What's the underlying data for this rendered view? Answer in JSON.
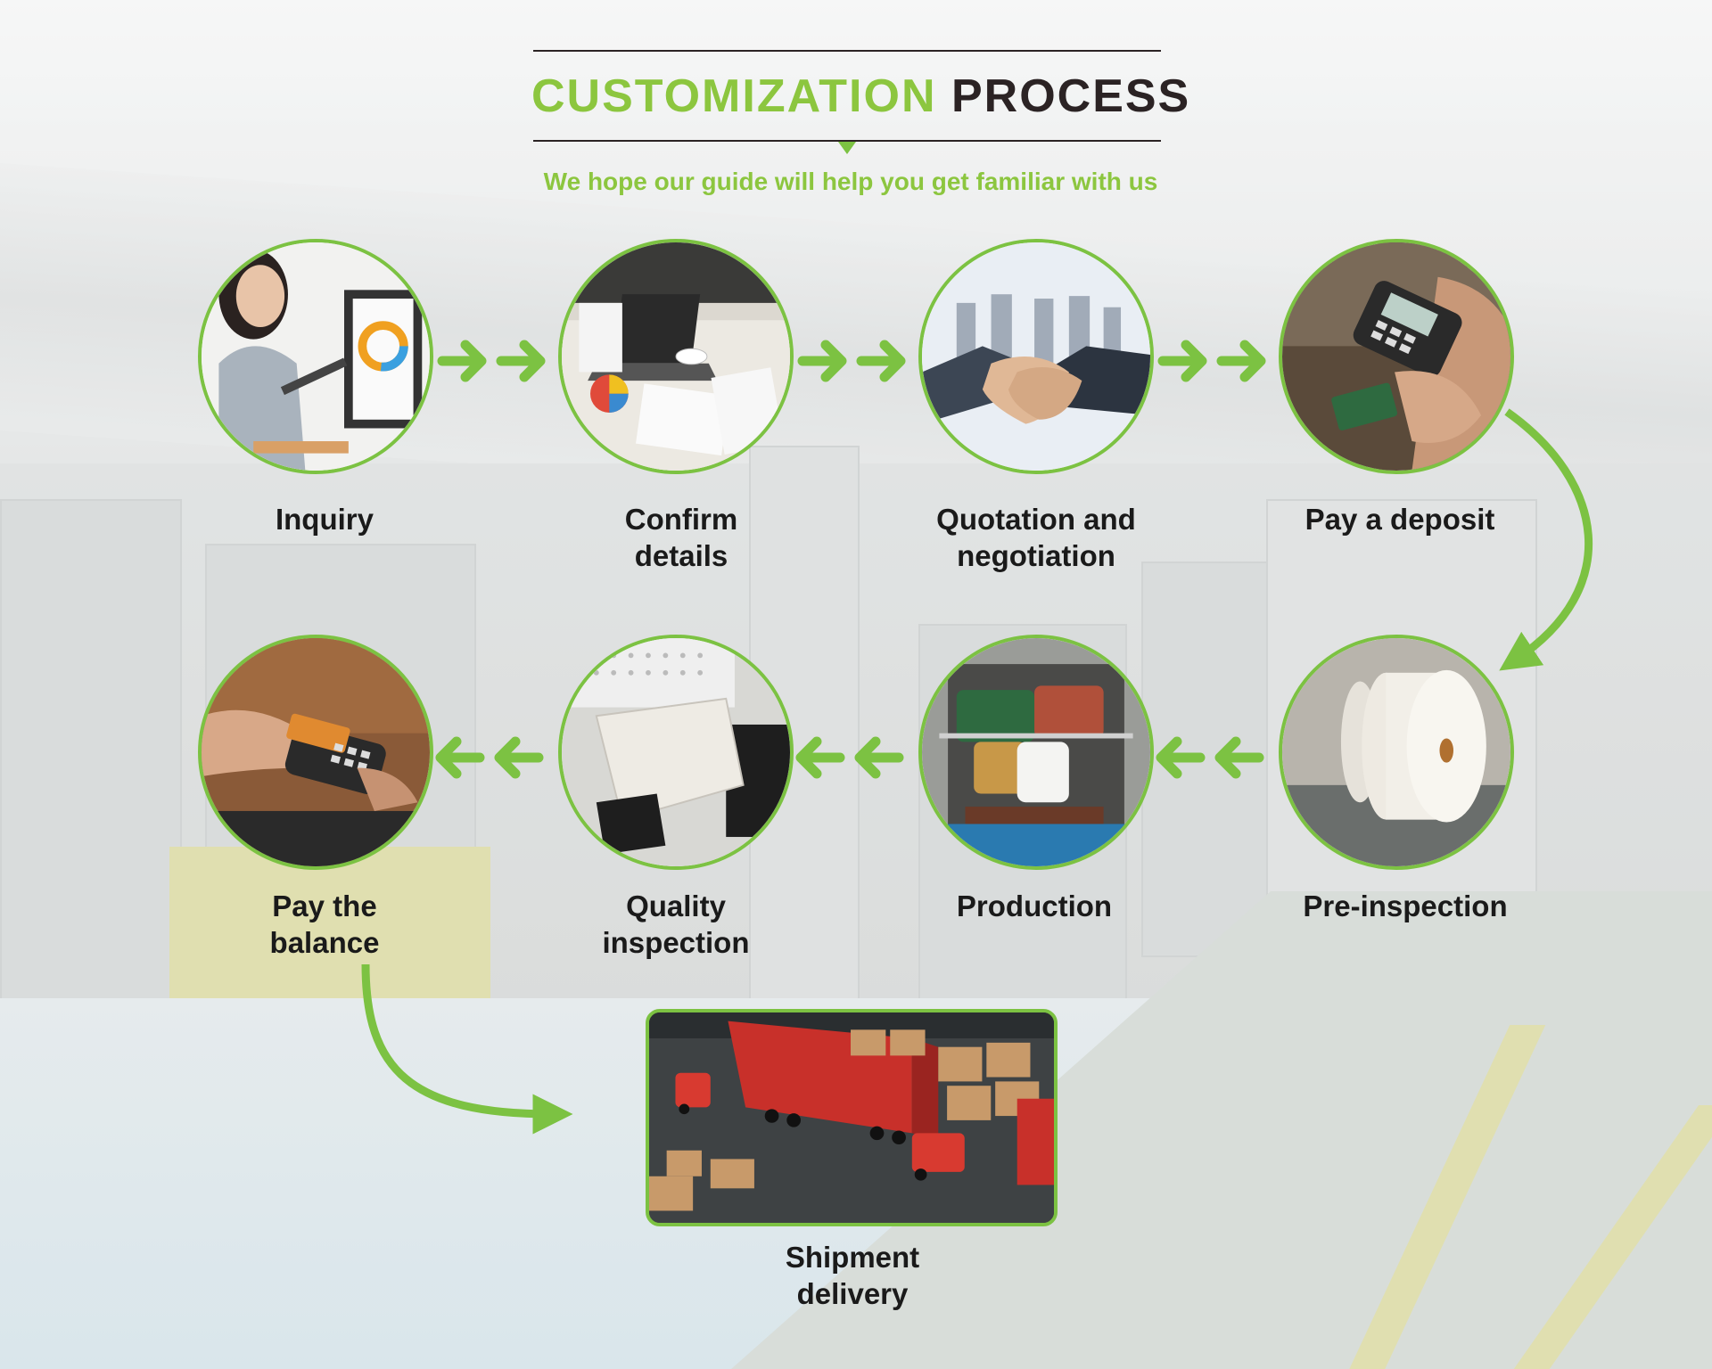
{
  "header": {
    "title_green": "CUSTOMIZATION",
    "title_dark": "PROCESS",
    "subtitle": "We hope our guide will help you get familiar with us"
  },
  "steps": [
    {
      "label_line1": "Inquiry",
      "label_line2": "",
      "icon": "woman-with-tablet-photo"
    },
    {
      "label_line1": "Confirm",
      "label_line2": "details",
      "icon": "laptop-desk-photo"
    },
    {
      "label_line1": "Quotation and",
      "label_line2": "negotiation",
      "icon": "handshake-photo"
    },
    {
      "label_line1": "Pay a deposit",
      "label_line2": "",
      "icon": "card-terminal-photo"
    },
    {
      "label_line1": "Pre-inspection",
      "label_line2": "",
      "icon": "paper-rolls-photo"
    },
    {
      "label_line1": "Production",
      "label_line2": "",
      "icon": "printing-machine-photo"
    },
    {
      "label_line1": "Quality",
      "label_line2": "inspection",
      "icon": "cardboard-box-photo"
    },
    {
      "label_line1": "Pay the",
      "label_line2": "balance",
      "icon": "payment-terminal-photo"
    },
    {
      "label_line1": "Shipment",
      "label_line2": "delivery",
      "icon": "truck-loading-photo"
    }
  ],
  "colors": {
    "accent_green": "#8cc63f",
    "circle_border": "#7cc242",
    "title_dark": "#2b2324",
    "label_text": "#1a1a1a"
  }
}
